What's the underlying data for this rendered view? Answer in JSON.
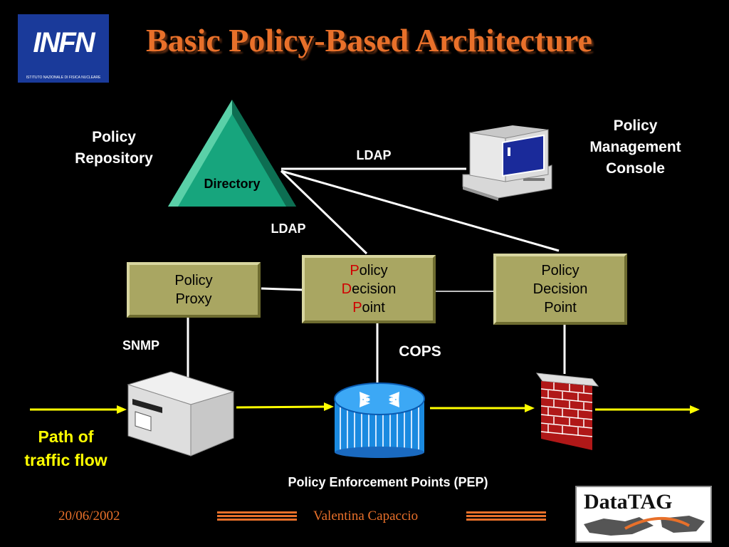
{
  "title": "Basic Policy-Based Architecture",
  "logos": {
    "infn": "INFN",
    "infn_sub": "ISTITUTO NAZIONALE DI FISICA NUCLEARE",
    "datatag": "DataTAG"
  },
  "repository": {
    "label_line1": "Policy",
    "label_line2": "Repository",
    "directory": "Directory"
  },
  "console": {
    "line1": "Policy",
    "line2": "Management",
    "line3": "Console"
  },
  "protocols": {
    "ldap_top": "LDAP",
    "ldap_mid": "LDAP",
    "snmp": "SNMP",
    "cops": "COPS"
  },
  "proxy": {
    "line1": "Policy",
    "line2": "Proxy"
  },
  "pdp_main": {
    "p": "P",
    "olicy": "olicy",
    "d": "D",
    "ecision": "ecision",
    "p2": "P",
    "oint": "oint"
  },
  "pdp_right": {
    "line1": "Policy",
    "line2": "Decision",
    "line3": "Point"
  },
  "traffic": {
    "line1": "Path of",
    "line2": "traffic flow"
  },
  "pep_label": "Policy Enforcement Points (PEP)",
  "footer": {
    "date": "20/06/2002",
    "author": "Valentina Capaccio"
  },
  "colors": {
    "title": "#e8702a",
    "box": "#a9a662",
    "arrow": "#ffff00",
    "directory": "#1aaa80",
    "firewall": "#b01818"
  }
}
